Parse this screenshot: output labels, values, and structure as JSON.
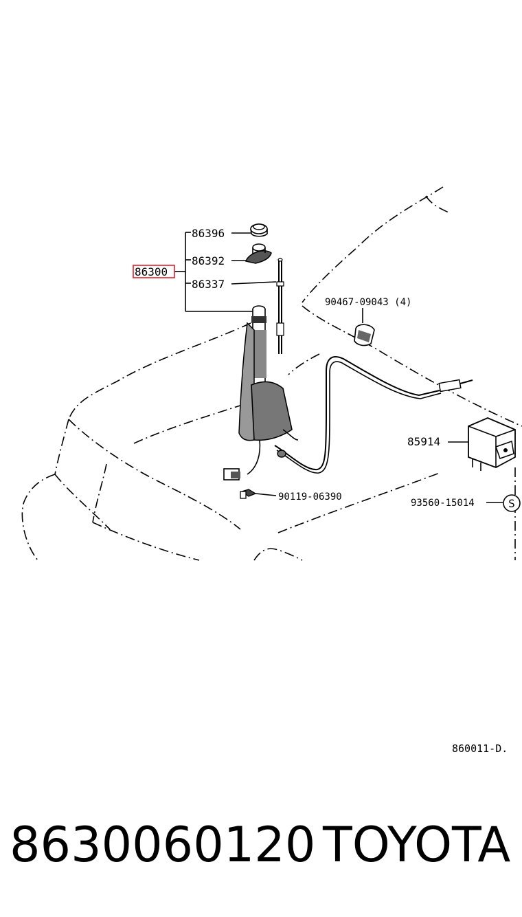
{
  "diagram": {
    "callouts": {
      "assembly": "86300",
      "nut": "86396",
      "bezel": "86392",
      "cable": "86337",
      "clamp": "90467-09043 (4)",
      "relay": "85914",
      "screw": "90119-06390",
      "std_part": "93560-15014",
      "std_symbol": "S"
    },
    "figure_code": "860011-D."
  },
  "footer": {
    "part_number": "8630060120",
    "brand": "TOYOTA"
  },
  "colors": {
    "highlight": "#e0202a",
    "ink": "#000000"
  }
}
